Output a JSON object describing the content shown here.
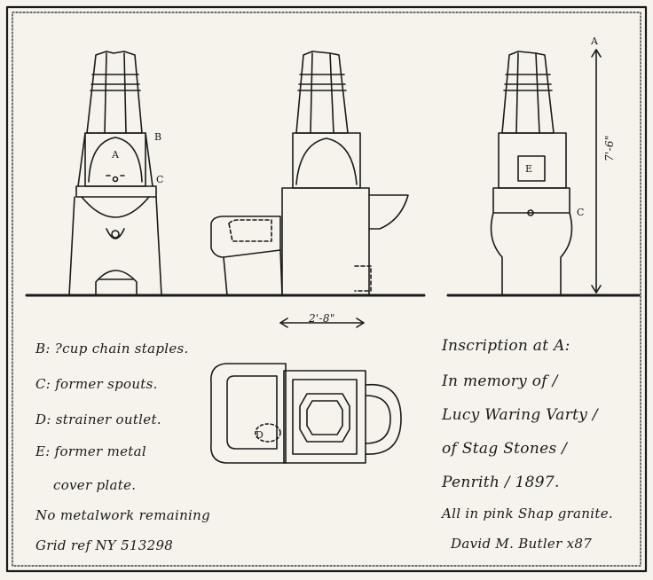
{
  "labels": {
    "A": "A",
    "B": "B",
    "C": "C",
    "E": "E",
    "D": "D",
    "A_right": "A",
    "C_right": "C",
    "height": "7'-6\"",
    "width": "2'-8\""
  },
  "legend": [
    "B: ?cup chain staples.",
    "C: former spouts.",
    "D: strainer outlet.",
    "E: former metal",
    "cover plate.",
    "No metalwork remaining",
    "Grid ref NY 513298"
  ],
  "inscription": [
    "Inscription at A:",
    "In memory of /",
    "Lucy Waring Varty /",
    "of Stag Stones /",
    "Penrith / 1897.",
    "All in pink Shap granite."
  ],
  "signature": "David M. Butler x87"
}
